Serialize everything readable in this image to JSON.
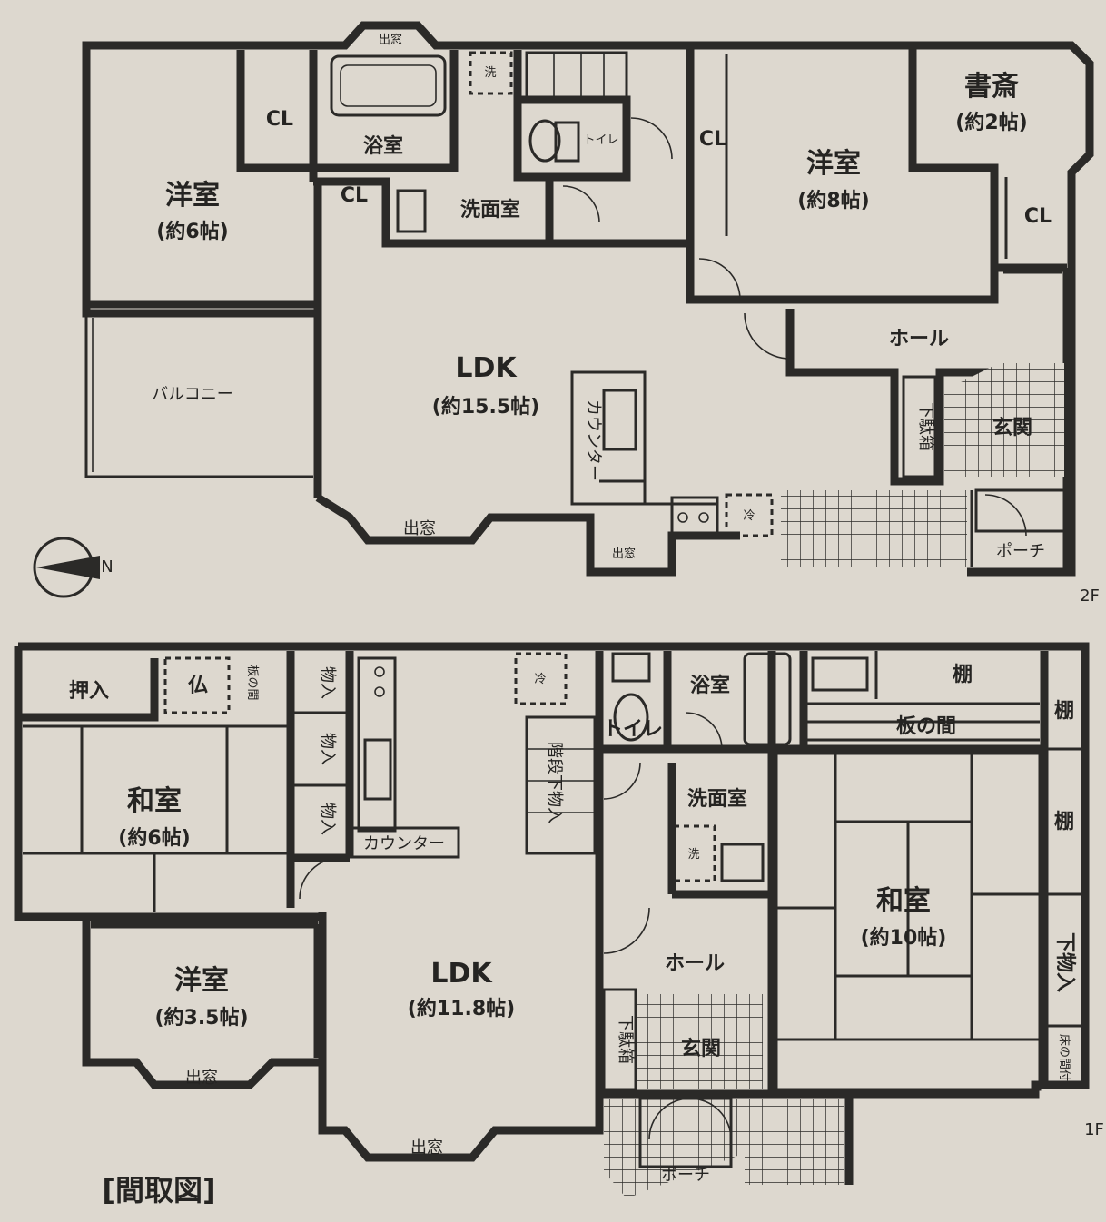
{
  "floors": {
    "f2": {
      "label": "2F",
      "rooms": {
        "western_6": {
          "name": "洋室",
          "size": "(約6帖)"
        },
        "cl_a": {
          "name": "CL"
        },
        "cl_b": {
          "name": "CL"
        },
        "cl_c": {
          "name": "CL"
        },
        "cl_d": {
          "name": "CL"
        },
        "bath": {
          "name": "浴室"
        },
        "washroom": {
          "name": "洗面室"
        },
        "toilet": {
          "name": "トイレ"
        },
        "study": {
          "name": "書斎",
          "size": "(約2帖)"
        },
        "western_8": {
          "name": "洋室",
          "size": "(約8帖)"
        },
        "balcony": {
          "name": "バルコニー"
        },
        "ldk": {
          "name": "LDK",
          "size": "(約15.5帖)"
        },
        "counter": {
          "name": "カウンター"
        },
        "hall": {
          "name": "ホール"
        },
        "shoe_box": {
          "name": "下駄箱"
        },
        "entrance": {
          "name": "玄関"
        },
        "porch": {
          "name": "ポーチ"
        },
        "bay_window": {
          "name": "出窓"
        },
        "bay_window_small": {
          "name": "出窓"
        },
        "bay_window_top": {
          "name": "出窓"
        },
        "fridge": {
          "name": "冷"
        },
        "washer": {
          "name": "洗"
        }
      }
    },
    "f1": {
      "label": "1F",
      "rooms": {
        "oshiire": {
          "name": "押入"
        },
        "butsudan": {
          "name": "仏"
        },
        "itanoma_small": {
          "name": "板の間"
        },
        "mono_a": {
          "name": "物入"
        },
        "mono_b": {
          "name": "物入"
        },
        "mono_c": {
          "name": "物入"
        },
        "washitsu_6": {
          "name": "和室",
          "size": "(約6帖)"
        },
        "counter": {
          "name": "カウンター"
        },
        "under_stair": {
          "name": "階段下物入"
        },
        "fridge": {
          "name": "冷"
        },
        "toilet": {
          "name": "トイレ"
        },
        "bath": {
          "name": "浴室"
        },
        "shelf_a": {
          "name": "棚"
        },
        "shelf_b": {
          "name": "棚"
        },
        "shelf_c": {
          "name": "棚"
        },
        "itanoma": {
          "name": "板の間"
        },
        "washroom": {
          "name": "洗面室"
        },
        "washer": {
          "name": "洗"
        },
        "western_35": {
          "name": "洋室",
          "size": "(約3.5帖)"
        },
        "ldk": {
          "name": "LDK",
          "size": "(約11.8帖)"
        },
        "hall": {
          "name": "ホール"
        },
        "shoe_box": {
          "name": "下駄箱"
        },
        "entrance": {
          "name": "玄関"
        },
        "washitsu_10": {
          "name": "和室",
          "size": "(約10帖)"
        },
        "lower_storage": {
          "name": "下物入"
        },
        "floor_storage": {
          "name": "床の間付"
        },
        "bay_window_a": {
          "name": "出窓"
        },
        "bay_window_b": {
          "name": "出窓"
        },
        "porch": {
          "name": "ポーチ"
        }
      }
    }
  },
  "legend": {
    "title": "[間取図]"
  },
  "compass": {
    "north": "N"
  }
}
